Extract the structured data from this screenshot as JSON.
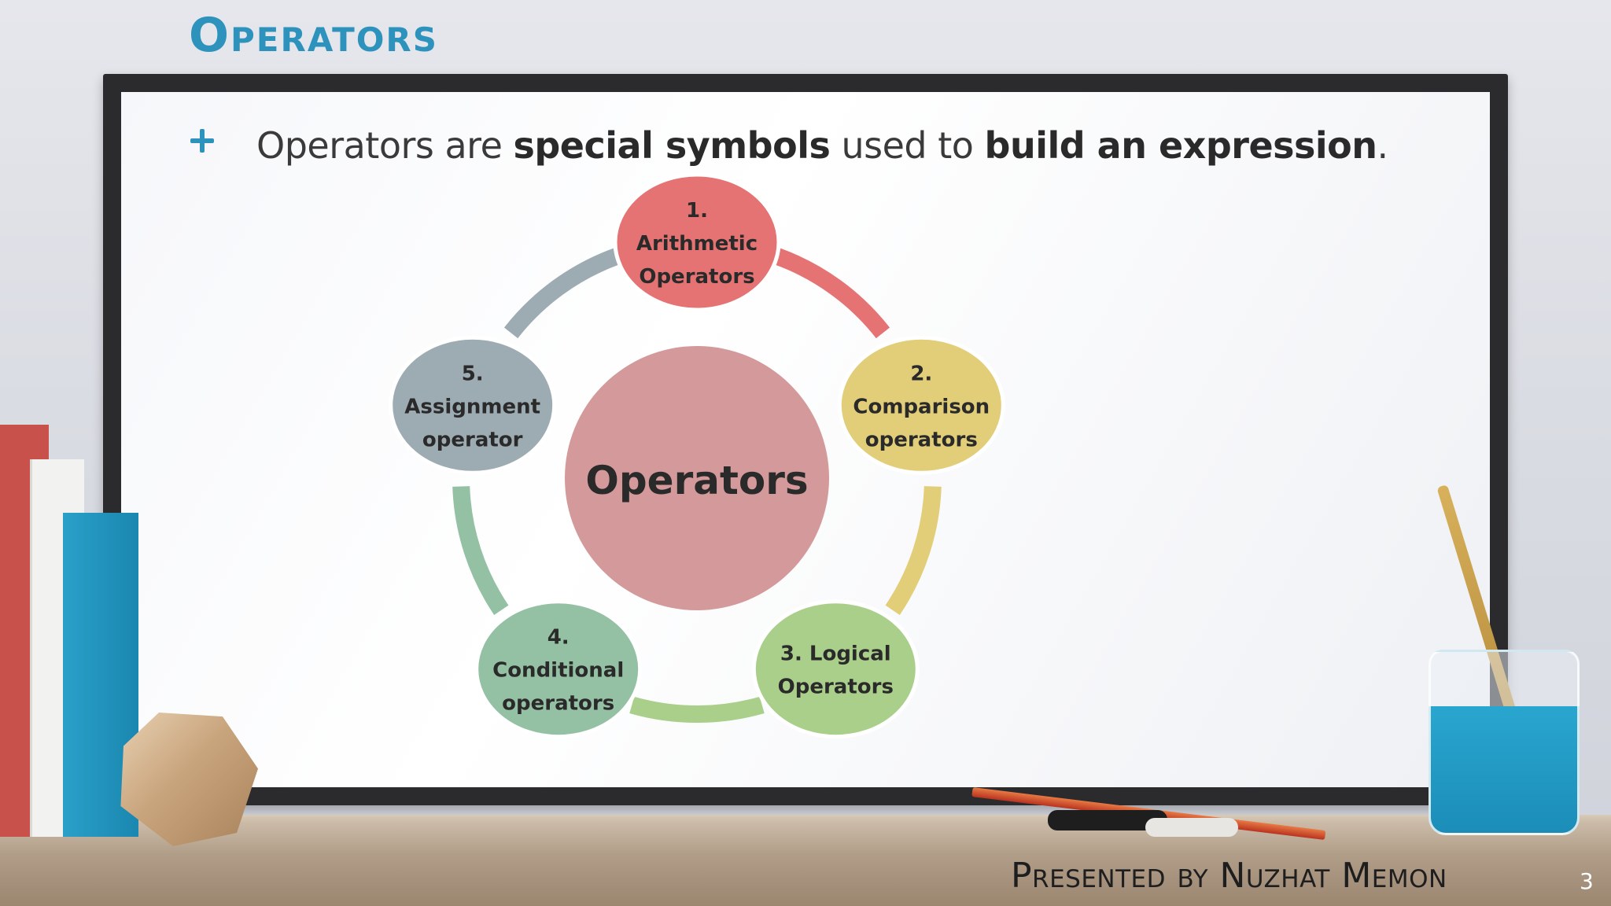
{
  "slide": {
    "title": "Operators",
    "bullet": {
      "part1": "Operators are ",
      "bold1": "special symbols",
      "part2": " used to ",
      "bold2": "build an expression",
      "part3": "."
    },
    "presenter": "Presented by Nuzhat Memon",
    "page_number": "3"
  },
  "diagram": {
    "center": {
      "label": "Operators",
      "color": "#d4999a"
    },
    "nodes": [
      {
        "lines": [
          "1.",
          "Arithmetic",
          "Operators"
        ],
        "color": "#e57373"
      },
      {
        "lines": [
          "2.",
          "Comparison",
          "operators"
        ],
        "color": "#e2cd78"
      },
      {
        "lines": [
          "3. Logical",
          "Operators"
        ],
        "color": "#a9cf8a"
      },
      {
        "lines": [
          "4.",
          "Conditional",
          "operators"
        ],
        "color": "#94c1a3"
      },
      {
        "lines": [
          "5.",
          "Assignment",
          "operator"
        ],
        "color": "#9dabb2"
      }
    ],
    "arc_colors": [
      "#e57373",
      "#e2cd78",
      "#a9cf8a",
      "#94c1a3",
      "#9dabb2"
    ]
  }
}
